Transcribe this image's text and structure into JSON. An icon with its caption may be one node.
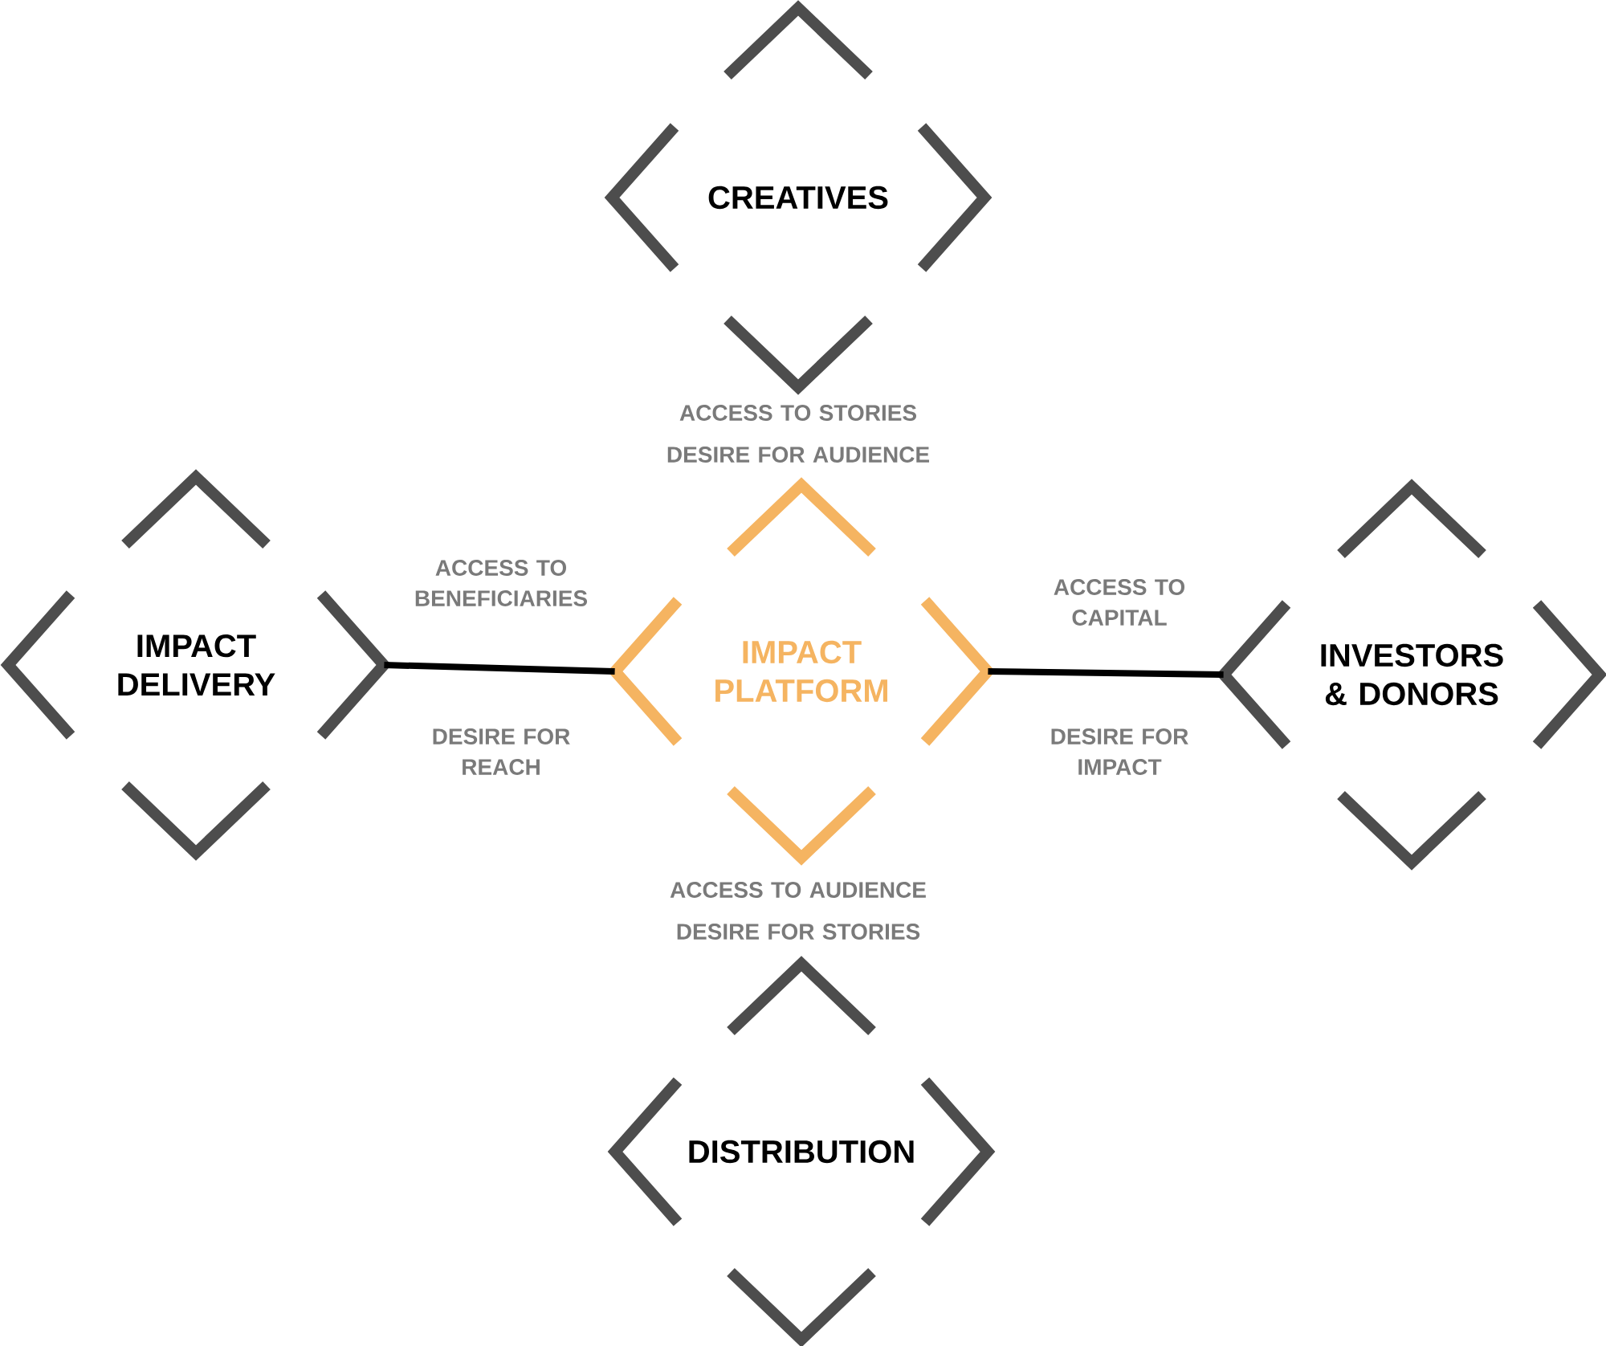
{
  "diagram": {
    "nodes": [
      {
        "text": [
          "CREATIVES"
        ]
      },
      {
        "text": [
          "IMPACT DELIVERY"
        ]
      },
      {
        "text": [
          "IMPACT PLATFORM"
        ]
      },
      {
        "text": [
          "INVESTORS & DONORS"
        ]
      },
      {
        "text": [
          "DISTRIBUTION"
        ]
      }
    ],
    "edges": [
      {
        "from": 1,
        "to": 2,
        "arrow": "none"
      },
      {
        "from": 2,
        "to": 3,
        "arrow": "none"
      }
    ],
    "labels": [
      "ACCESS TO STORIES",
      "DESIRE FOR AUDIENCE",
      "ACCESS TO BENEFICIARIES",
      "ACCESS TO CAPITAL",
      "DESIRE FOR REACH",
      "DESIRE FOR IMPACT",
      "ACCESS TO AUDIENCE",
      "DESIRE FOR STORIES"
    ]
  }
}
